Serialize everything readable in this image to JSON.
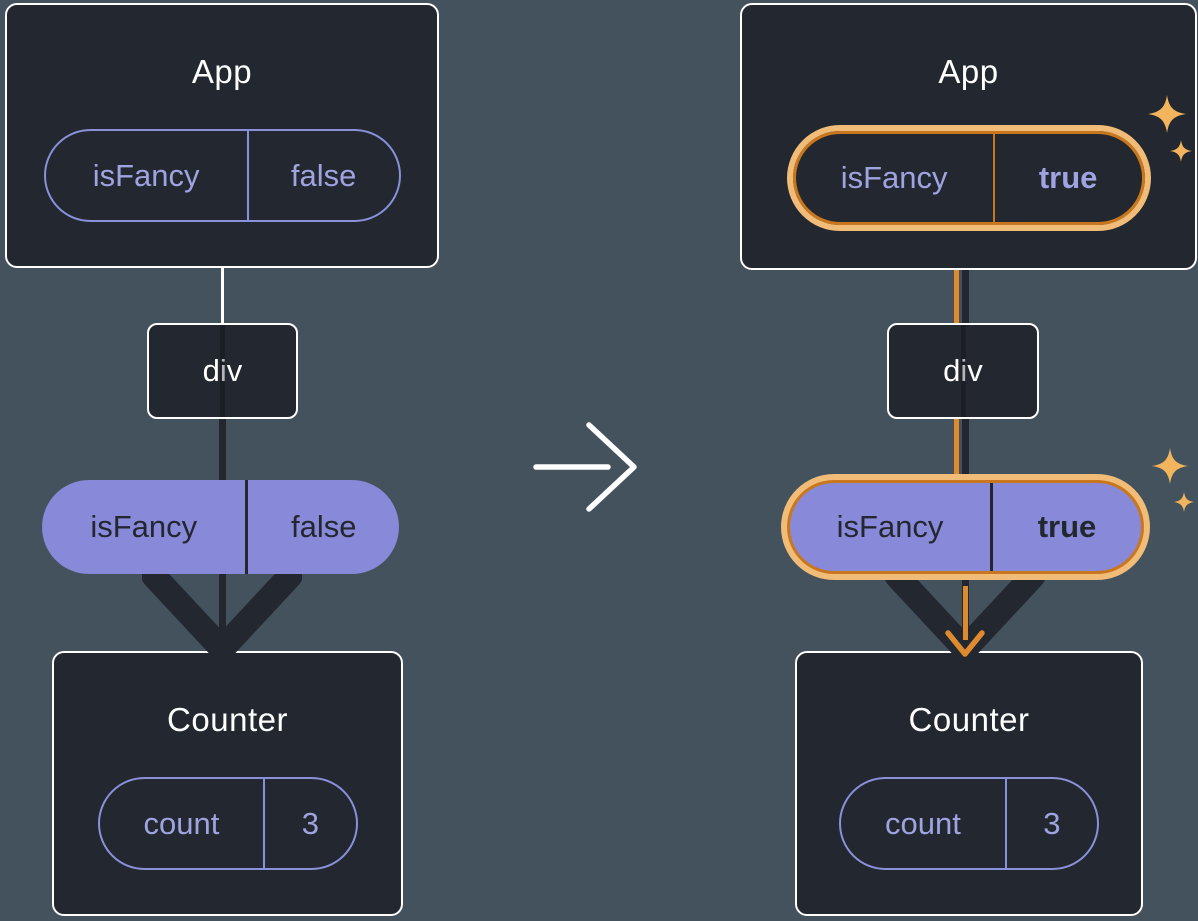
{
  "diagram": {
    "description": "Component tree state update: before and after isFancy becomes true",
    "before": {
      "app": {
        "label": "App",
        "state_key": "isFancy",
        "state_value": "false"
      },
      "div": {
        "label": "div"
      },
      "prop": {
        "key": "isFancy",
        "value": "false"
      },
      "counter": {
        "label": "Counter",
        "state_key": "count",
        "state_value": "3"
      }
    },
    "after": {
      "app": {
        "label": "App",
        "state_key": "isFancy",
        "state_value": "true"
      },
      "div": {
        "label": "div"
      },
      "prop": {
        "key": "isFancy",
        "value": "true"
      },
      "counter": {
        "label": "Counter",
        "state_key": "count",
        "state_value": "3"
      }
    },
    "icons": {
      "transition": "right-arrow",
      "flow": "down-chevron-arrow",
      "highlight": "four-point-sparkle"
    },
    "colors": {
      "background": "#44525E",
      "node_fill": "#23272F",
      "node_border": "#FFFFFF",
      "purple_border": "#8A90D9",
      "purple_text": "#9FA3E0",
      "pill_fill": "#8889D8",
      "pill_text": "#23272F",
      "arrow_dark": "#23272F",
      "highlight_orange": "#C9771E",
      "highlight_halo": "#F0BC77",
      "orange_line": "#DE8A2F",
      "sparkle": "#F2B45C",
      "connector_white": "#FFFFFF"
    }
  }
}
